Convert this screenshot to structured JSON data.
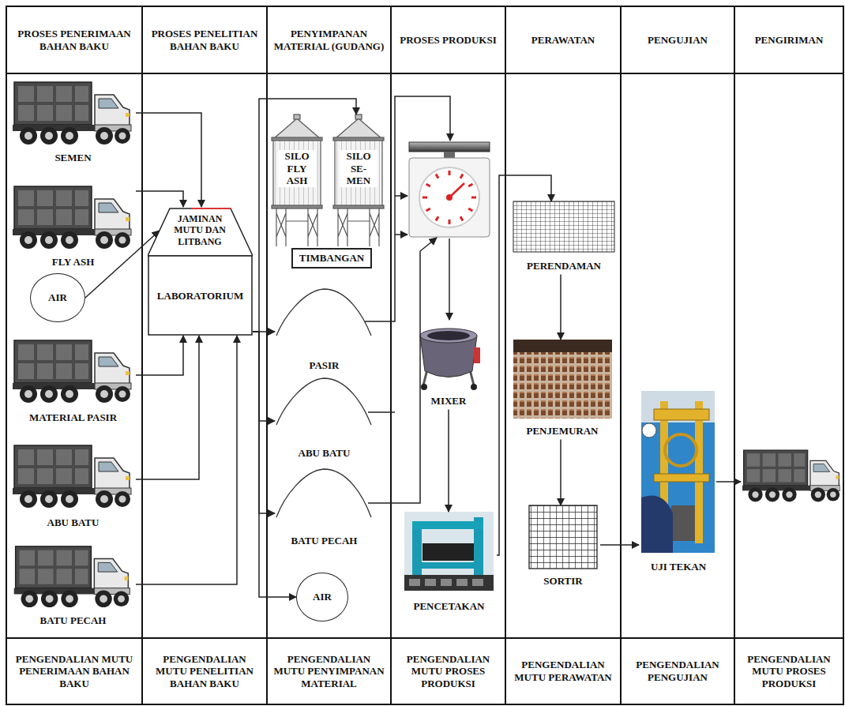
{
  "diagram": {
    "nodes": [
      {
        "text": [
          "SEMEN"
        ]
      },
      {
        "text": [
          "FLY ASH"
        ]
      },
      {
        "text": [
          "AIR"
        ]
      },
      {
        "text": [
          "MATERIAL PASIR"
        ]
      },
      {
        "text": [
          "ABU BATU"
        ]
      },
      {
        "text": [
          "BATU PECAH"
        ]
      },
      {
        "text": [
          "JAMINAN MUTU DAN LITBANG",
          "LABORATORIUM"
        ]
      },
      {
        "text": [
          "SILO FLY ASH"
        ]
      },
      {
        "text": [
          "SILO SE- MEN"
        ]
      },
      {
        "text": [
          "TIMBANGAN"
        ]
      },
      {
        "text": [
          "PASIR"
        ]
      },
      {
        "text": [
          "ABU BATU"
        ]
      },
      {
        "text": [
          "BATU PECAH"
        ]
      },
      {
        "text": [
          "AIR"
        ]
      },
      {
        "text": [
          "MIXER"
        ]
      },
      {
        "text": [
          "PENCETAKAN"
        ]
      },
      {
        "text": [
          "PERENDAMAN"
        ]
      },
      {
        "text": [
          "PENJEMURAN"
        ]
      },
      {
        "text": [
          "SORTIR"
        ]
      },
      {
        "text": [
          "UJI TEKAN"
        ]
      }
    ],
    "edges": [
      {
        "from": 0,
        "to": 6,
        "arrow": "to"
      },
      {
        "from": 1,
        "to": 6,
        "arrow": "to"
      },
      {
        "from": 2,
        "to": 6,
        "arrow": "to"
      },
      {
        "from": 3,
        "to": 6,
        "arrow": "to"
      },
      {
        "from": 4,
        "to": 6,
        "arrow": "to"
      },
      {
        "from": 5,
        "to": 6,
        "arrow": "to"
      },
      {
        "from": 6,
        "to": 8,
        "arrow": "to"
      },
      {
        "from": 6,
        "to": 10,
        "arrow": "to"
      },
      {
        "from": 6,
        "to": 11,
        "arrow": "to"
      },
      {
        "from": 6,
        "to": 12,
        "arrow": "to"
      },
      {
        "from": 6,
        "to": 13,
        "arrow": "to"
      },
      {
        "from": 14,
        "to": 15,
        "arrow": "to"
      },
      {
        "from": 15,
        "to": 16,
        "arrow": "to"
      },
      {
        "from": 16,
        "to": 17,
        "arrow": "to"
      },
      {
        "from": 17,
        "to": 18,
        "arrow": "to"
      },
      {
        "from": 18,
        "to": 19,
        "arrow": "to"
      }
    ],
    "labels": [
      "PROSES PENERIMAAN BAHAN BAKU",
      "PROSES PENELITIAN BAHAN BAKU",
      "PENYIMPANAN MATERIAL (GUDANG)",
      "PROSES PRODUKSI",
      "PERAWATAN",
      "PENGUJIAN",
      "PENGIRIMAN",
      "PENGENDALIAN MUTU PENERIMAAN BAHAN BAKU",
      "PENGENDALIAN MUTU PENELITIAN BAHAN BAKU",
      "PENGENDALIAN MUTU PENYIMPANAN MATERIAL",
      "PENGENDALIAN MUTU PROSES PRODUKSI",
      "PENGENDALIAN MUTU PERAWATAN",
      "PENGENDALIAN PENGUJIAN",
      "PENGENDALIAN MUTU PROSES PRODUKSI"
    ]
  }
}
